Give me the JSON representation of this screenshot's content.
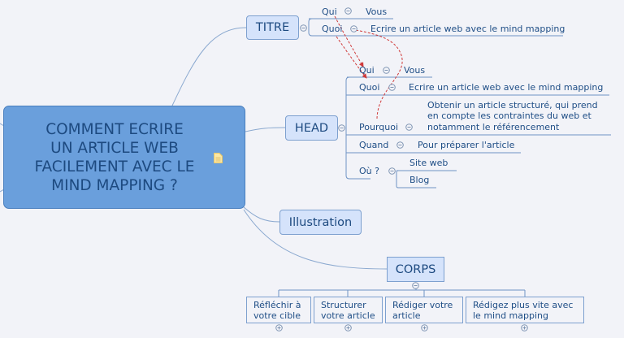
{
  "central": {
    "title": "COMMENT ECRIRE\nUN ARTICLE  WEB\nFACILEMENT AVEC LE\nMIND MAPPING ?",
    "icon": "note-icon"
  },
  "titre": {
    "label": "TITRE",
    "rows": [
      {
        "key": "Qui",
        "value": "Vous"
      },
      {
        "key": "Quoi",
        "value": "Ecrire un article web avec le mind mapping"
      }
    ]
  },
  "head": {
    "label": "HEAD",
    "rows": [
      {
        "key": "Qui",
        "value": "Vous"
      },
      {
        "key": "Quoi",
        "value": "Ecrire un article web avec le mind mapping"
      },
      {
        "key": "Pourquoi",
        "value": "Obtenir un article structuré, qui prend\nen compte les contraintes du web et\nnotamment le référencement"
      },
      {
        "key": "Quand",
        "value": "Pour préparer l'article"
      },
      {
        "key": "Où ?",
        "values": [
          "Site web",
          "Blog"
        ]
      }
    ]
  },
  "illustration": {
    "label": "Illustration"
  },
  "corps": {
    "label": "CORPS",
    "children": [
      "Réfléchir à\nvotre cible",
      "Structurer\nvotre article",
      "Rédiger votre\narticle",
      "Rédigez plus vite avec\nle mind mapping"
    ]
  },
  "colors": {
    "background": "#f2f3f8",
    "central_fill": "#6a9fdc",
    "topic_fill": "#d5e3fb",
    "line": "#7da0cf",
    "relationship": "#d03a3a",
    "text": "#1f4e86"
  }
}
